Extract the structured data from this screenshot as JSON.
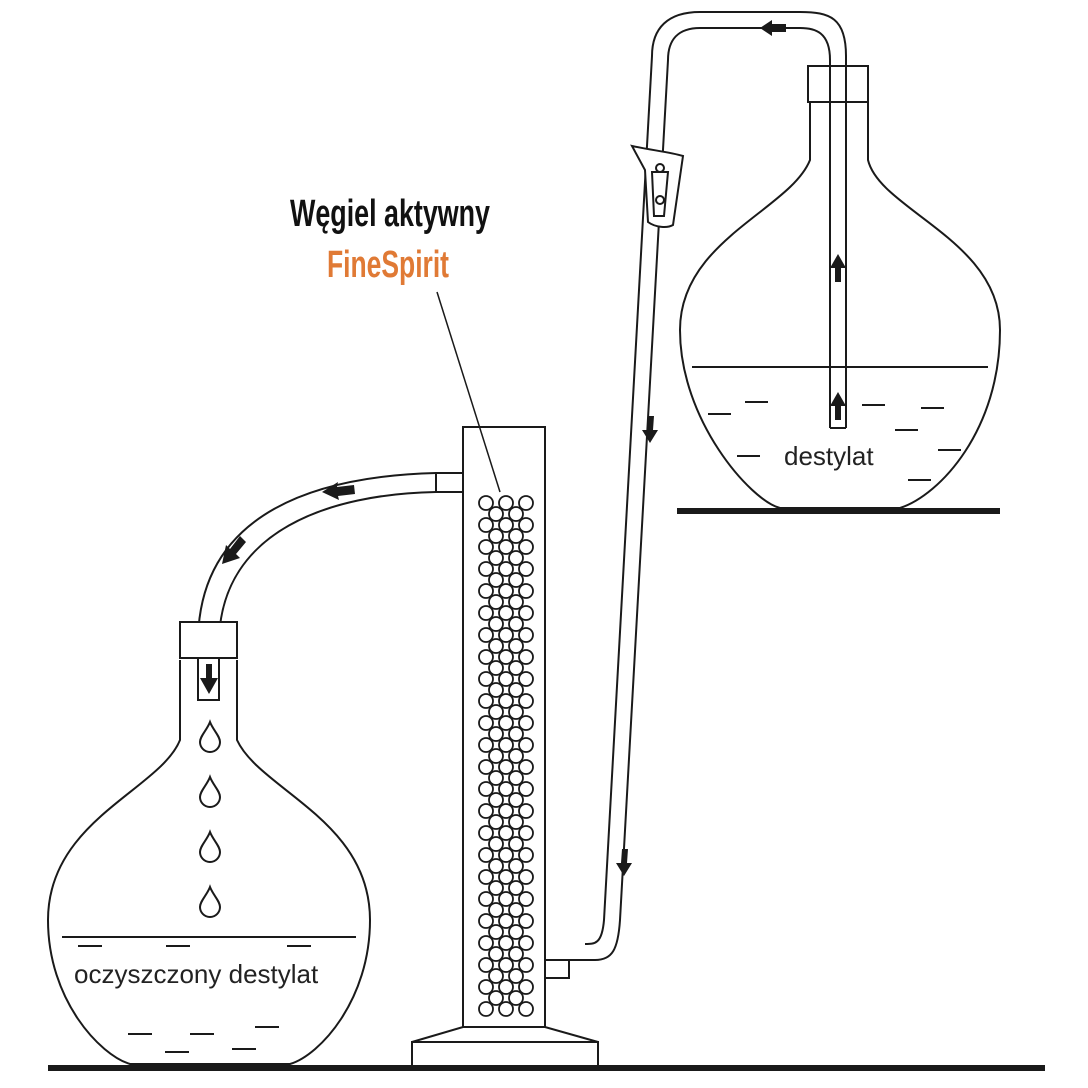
{
  "labels": {
    "title_line1": "Węgiel aktywny",
    "title_line2": "FineSpirit",
    "source_liquid": "destylat",
    "result_liquid": "oczyszczony destylat"
  },
  "colors": {
    "brand": "#e07a35",
    "ink": "#1a1a1a",
    "background": "#ffffff"
  },
  "icons": [
    "arrow-icon",
    "droplet-icon",
    "clamp-icon",
    "charcoal-granule-icon"
  ]
}
